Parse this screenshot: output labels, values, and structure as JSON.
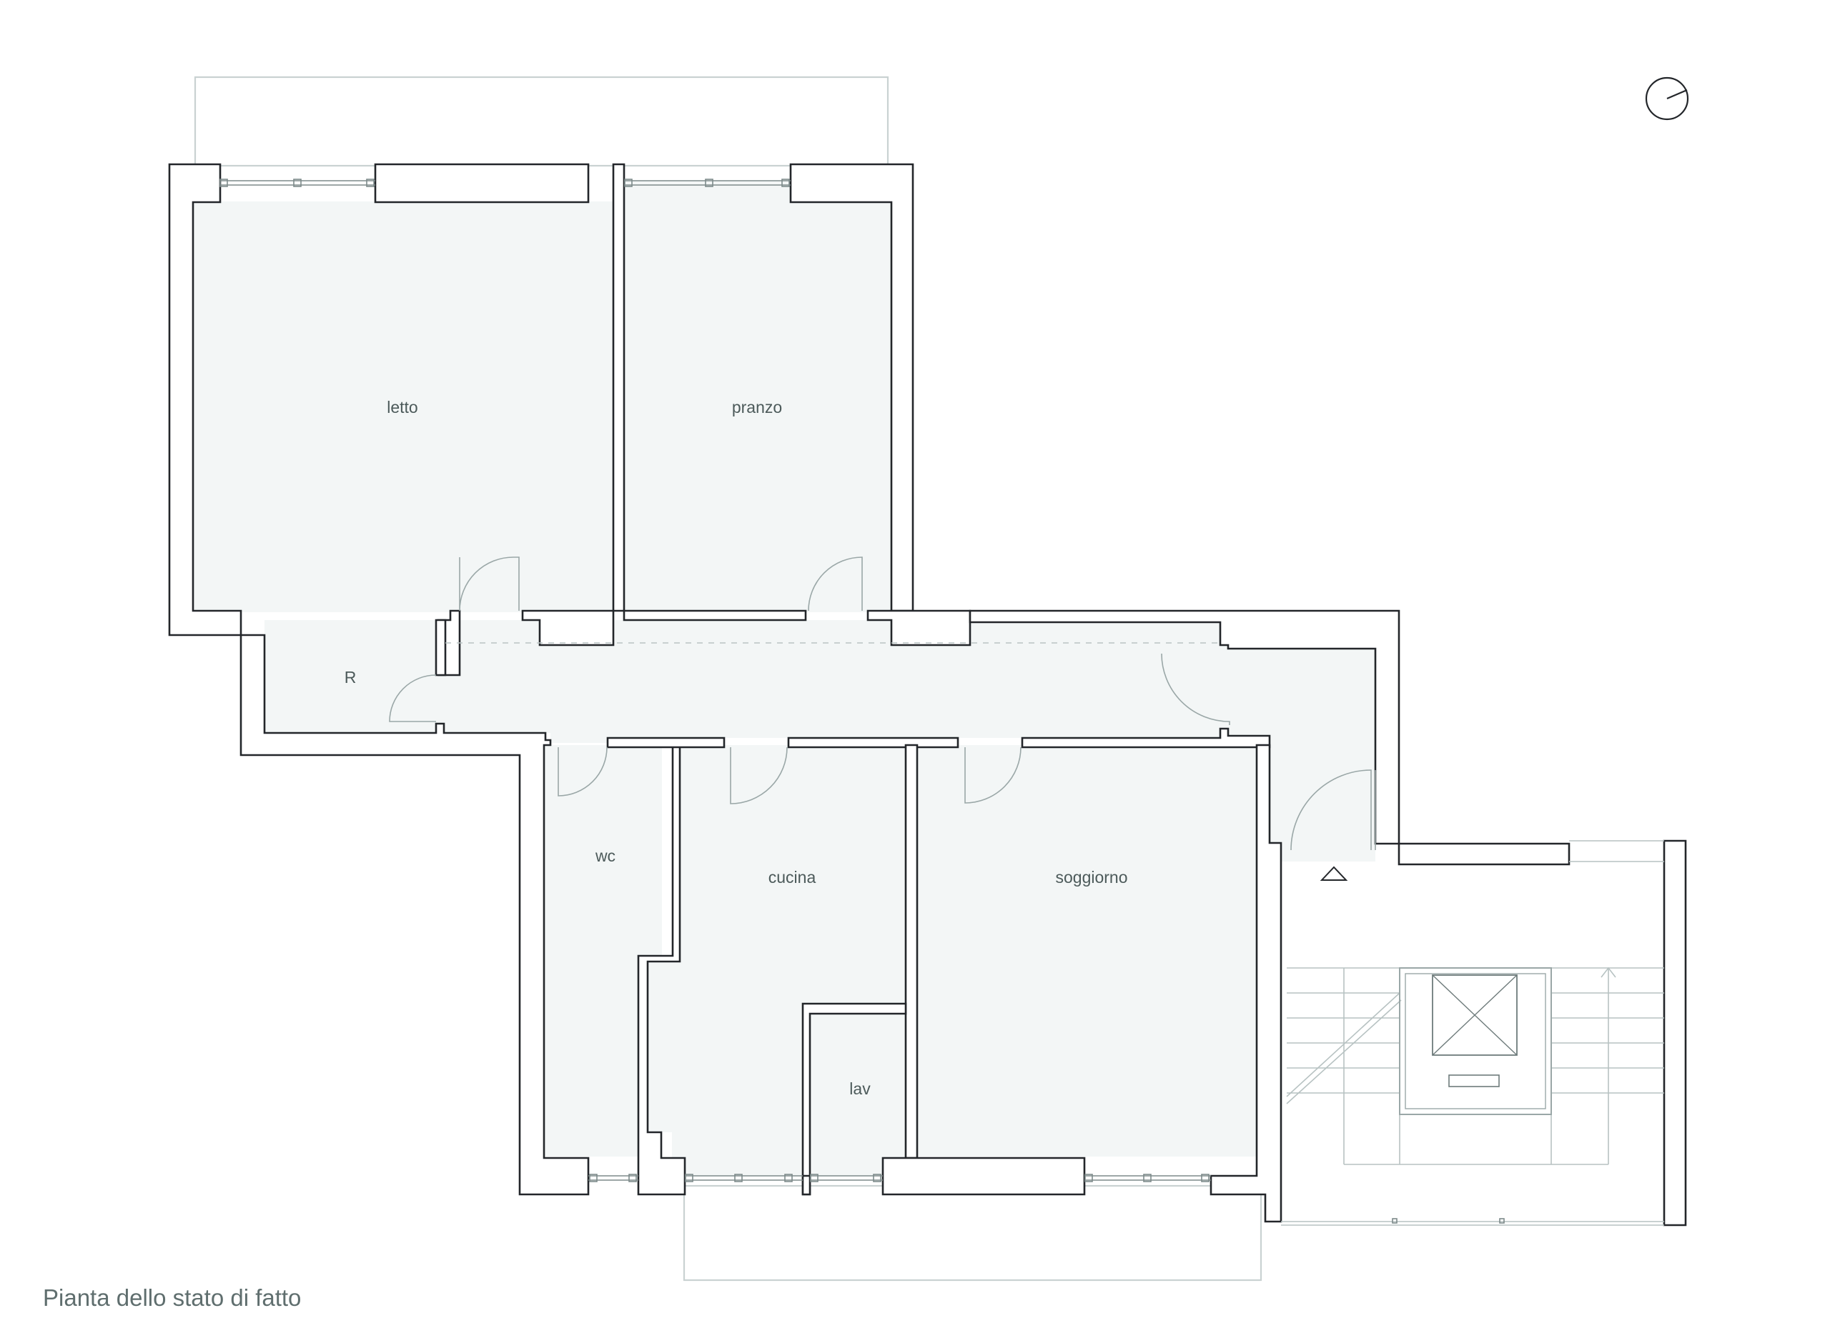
{
  "caption": "Pianta dello stato di fatto",
  "rooms": {
    "letto": "letto",
    "pranzo": "pranzo",
    "ripostiglio": "R",
    "wc": "wc",
    "cucina": "cucina",
    "lavanderia": "lav",
    "soggiorno": "soggiorno"
  },
  "symbols": {
    "north_arrow": "north-arrow-icon",
    "entrance": "entrance-triangle-icon",
    "elevator": "elevator-icon"
  },
  "colors": {
    "wall_line": "#23262a",
    "floor_fill": "#f3f6f6",
    "outline_faint": "#c9d2d2",
    "label_text": "#4c5a5a"
  }
}
